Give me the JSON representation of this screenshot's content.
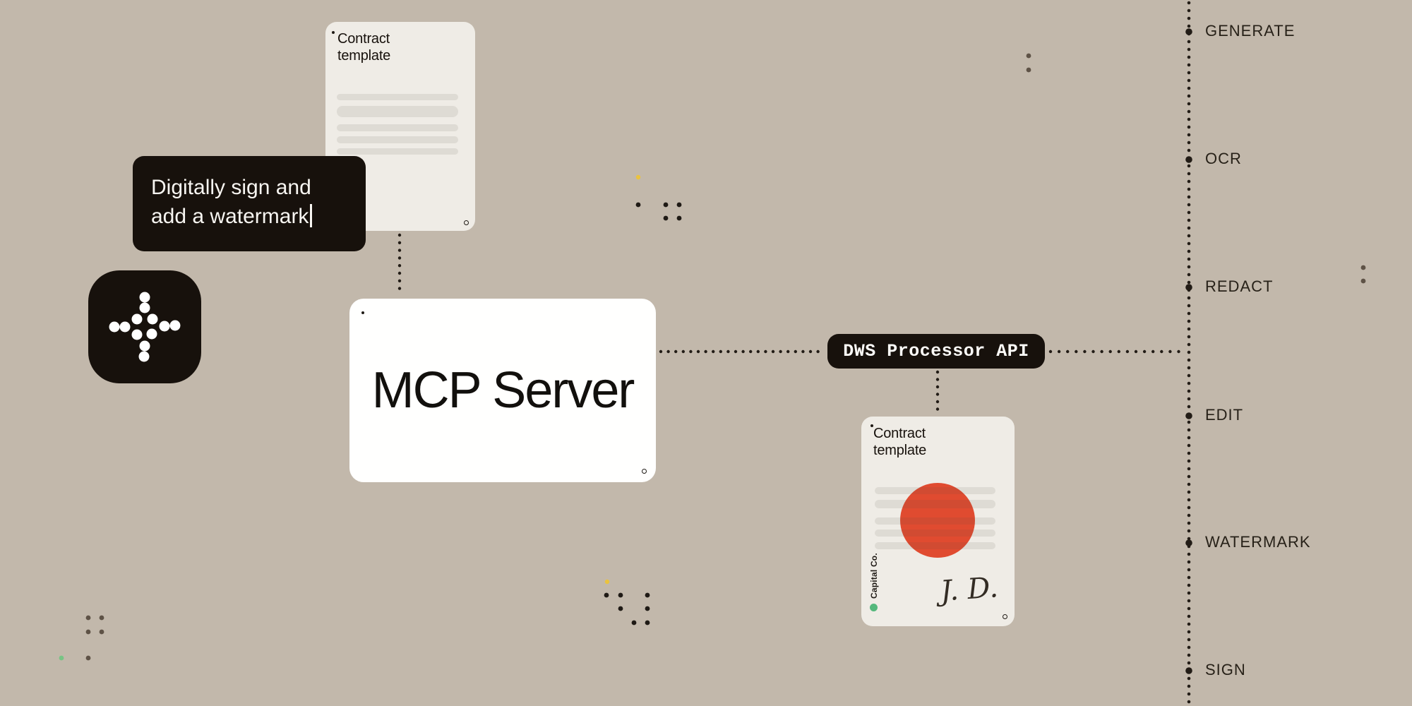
{
  "bubble": {
    "line1": "Digitally sign and",
    "line2": "add a watermark"
  },
  "mcp": {
    "title": "MCP Server"
  },
  "api_pill": {
    "label": "DWS Processor API"
  },
  "card_top": {
    "title": "Contract\ntemplate"
  },
  "card_signed": {
    "title": "Contract\ntemplate",
    "company": "Capital Co.",
    "signature": "J. D."
  },
  "ops": [
    {
      "label": "GENERATE"
    },
    {
      "label": "OCR"
    },
    {
      "label": "REDACT"
    },
    {
      "label": "EDIT"
    },
    {
      "label": "WATERMARK"
    },
    {
      "label": "SIGN"
    }
  ],
  "icons": {
    "logo": "dots-plus-logo",
    "cursor": "text-cursor"
  },
  "colors": {
    "background": "#c2b8ab",
    "paper": "#efece6",
    "ink": "#17110c",
    "white_card": "#fffffe",
    "accent_red": "#e04b30",
    "accent_green": "#54b87c",
    "accent_yellow": "#eac33f",
    "dot_brown": "#5e5246"
  }
}
